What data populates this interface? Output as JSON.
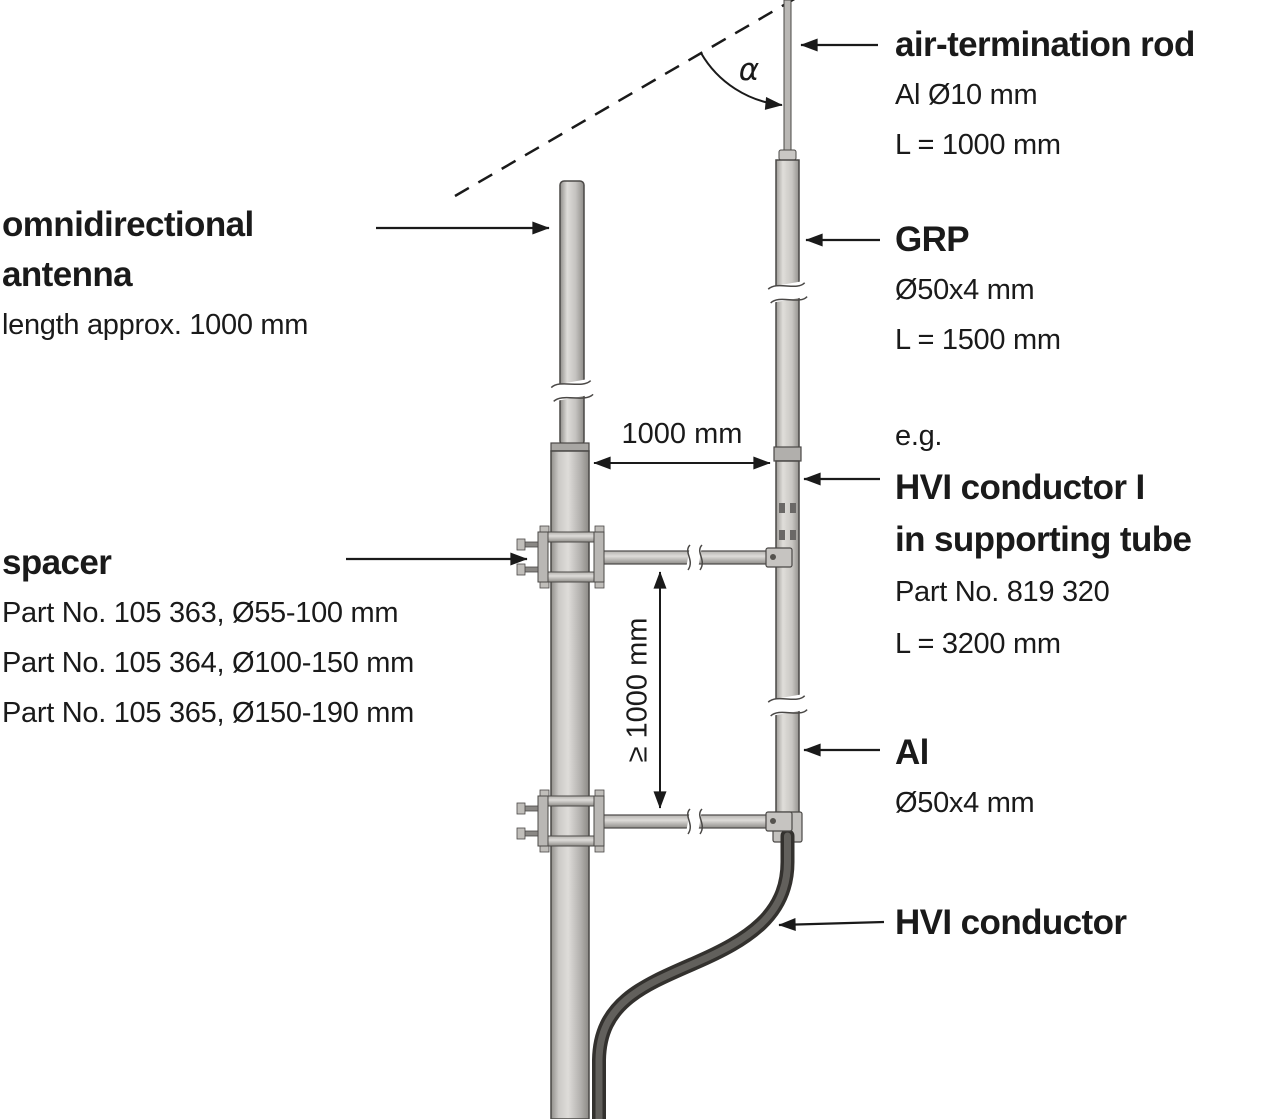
{
  "diagram": {
    "left_labels": {
      "antenna": {
        "line1": "omnidirectional",
        "line2": "antenna",
        "line3": "length approx. 1000 mm"
      },
      "spacer": {
        "title": "spacer",
        "parts": [
          "Part No. 105 363, Ø55-100 mm",
          "Part No. 105 364, Ø100-150 mm",
          "Part No. 105 365, Ø150-190 mm"
        ]
      }
    },
    "right_labels": {
      "air_termination_rod": {
        "title": "air-termination rod",
        "spec1": "Al Ø10 mm",
        "spec2": "L = 1000 mm"
      },
      "grp": {
        "title": "GRP",
        "spec1": "Ø50x4 mm",
        "spec2": "L = 1500 mm"
      },
      "hvi_supporting": {
        "prefix": "e.g.",
        "title1": "HVI conductor I",
        "title2": "in supporting tube",
        "spec1": "Part No. 819 320",
        "spec2": "L = 3200 mm"
      },
      "al": {
        "title": "Al",
        "spec1": "Ø50x4 mm"
      },
      "hvi_conductor": {
        "title": "HVI conductor"
      }
    },
    "dimensions": {
      "horizontal": "1000 mm",
      "vertical": "≥ 1000 mm",
      "angle": "α"
    },
    "colors": {
      "text": "#1a1a1a",
      "metal_light": "#dedcd9",
      "metal_dark": "#8f8d89",
      "cable": "#33312e",
      "background": "#ffffff"
    }
  }
}
